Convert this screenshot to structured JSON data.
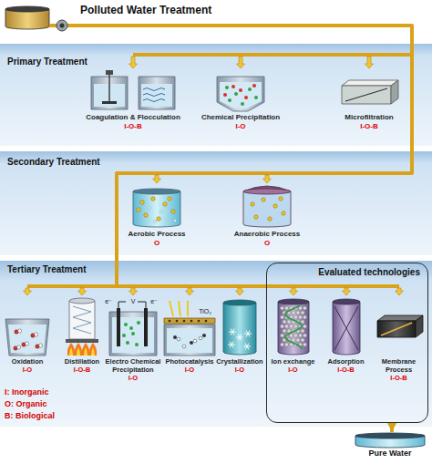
{
  "diagram": {
    "nodes": [
      {
        "text": [
          "Polluted Water Treatment"
        ]
      },
      {
        "text": [
          "Primary Treatment"
        ]
      },
      {
        "text": [
          "Coagulation & Flocculation",
          "I-O-B"
        ],
        "in": 1
      },
      {
        "text": [
          "Chemical Precipitation",
          "I-O"
        ],
        "in": 1
      },
      {
        "text": [
          "Microfiltration",
          "I-O-B"
        ],
        "in": 1
      },
      {
        "text": [
          "Secondary Treatment"
        ]
      },
      {
        "text": [
          "Aerobic Process",
          "O"
        ],
        "in": 5
      },
      {
        "text": [
          "Anaerobic Process",
          "O"
        ],
        "in": 5
      },
      {
        "text": [
          "Tertiary Treatment"
        ]
      },
      {
        "text": [
          "Oxidation",
          "I-O"
        ],
        "in": 8
      },
      {
        "text": [
          "Distillation",
          "I-O-B"
        ],
        "in": 8
      },
      {
        "text": [
          "Electro Chemical Precipitation",
          "I-O"
        ],
        "in": 8
      },
      {
        "text": [
          "Photocatalysis",
          "I-O"
        ],
        "in": 8
      },
      {
        "text": [
          "Crystallization",
          "I-O"
        ],
        "in": 8
      },
      {
        "text": [
          "Evaluated technologies"
        ],
        "in": 8
      },
      {
        "text": [
          "Ion exchange",
          "I-O"
        ],
        "in": 14
      },
      {
        "text": [
          "Adsorption",
          "I-O-B"
        ],
        "in": 14
      },
      {
        "text": [
          "Membrane Process",
          "I-O-B"
        ],
        "in": 14
      },
      {
        "text": [
          "Pure Water"
        ]
      }
    ],
    "edges": [
      {
        "from": 0,
        "to": 1,
        "arrow": "none"
      },
      {
        "from": 1,
        "to": 5,
        "arrow": "none"
      },
      {
        "from": 5,
        "to": 8,
        "arrow": "none"
      },
      {
        "from": 14,
        "to": 18,
        "arrow": "to"
      }
    ],
    "labels": [
      "e⁻",
      "V",
      "e⁻",
      "TiO₂"
    ],
    "legend": [
      {
        "text": "I: Inorganic"
      },
      {
        "text": "O: Organic"
      },
      {
        "text": "B: Biological"
      }
    ]
  }
}
